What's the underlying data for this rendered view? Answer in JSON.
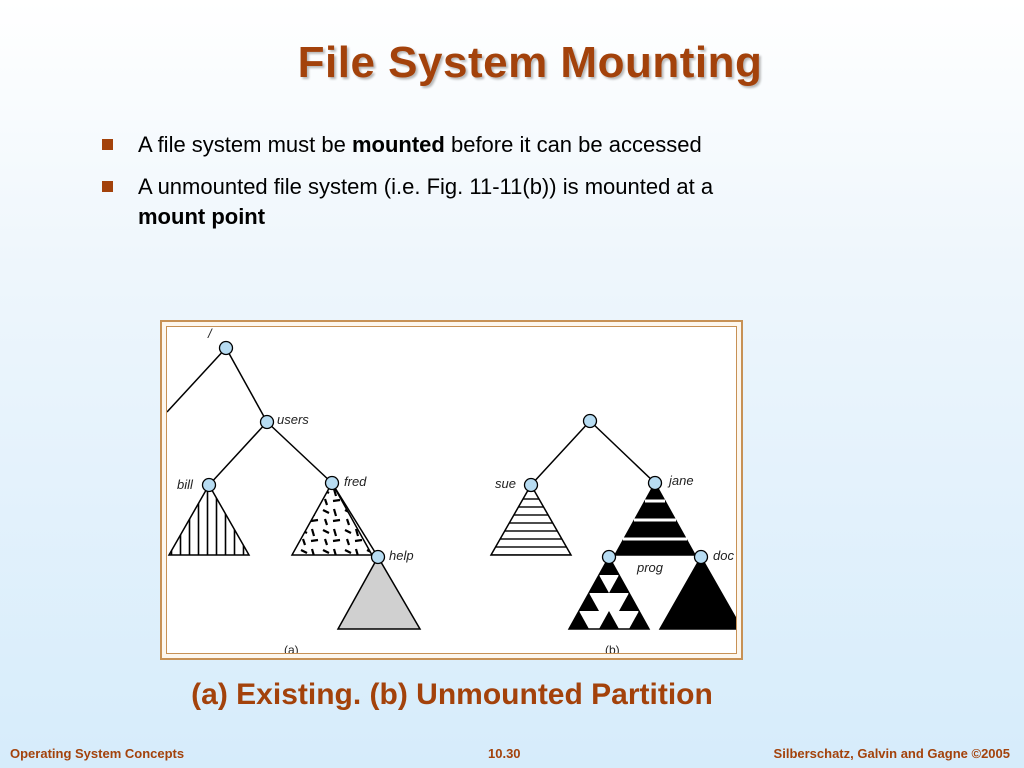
{
  "slide": {
    "title": "File System Mounting",
    "bullets": [
      {
        "before": "A file system must be ",
        "bold": "mounted",
        "after": " before it can be accessed"
      },
      {
        "before": "A unmounted file system (i.e. Fig. 11-11(b)) is mounted at a ",
        "bold": "mount point",
        "after": ""
      }
    ],
    "caption": "(a) Existing.  (b) Unmounted Partition"
  },
  "figure": {
    "labels": {
      "root": "/",
      "users": "users",
      "bill": "bill",
      "fred": "fred",
      "help": "help",
      "sue": "sue",
      "jane": "jane",
      "prog": "prog",
      "doc": "doc",
      "panel_a": "(a)",
      "panel_b": "(b)"
    },
    "colors": {
      "node_fill": "#b7dcf2",
      "gray_fill": "#d0d0d0",
      "accent": "#a3420b"
    }
  },
  "footer": {
    "left": "Operating System Concepts",
    "center": "10.30",
    "right": "Silberschatz, Galvin and Gagne ©2005"
  }
}
